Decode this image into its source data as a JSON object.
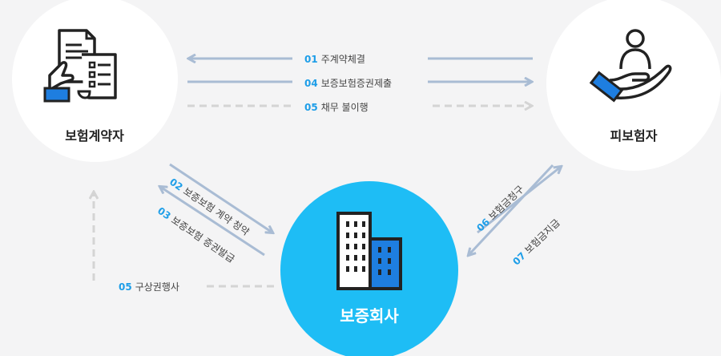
{
  "nodes": {
    "policyholder": "보험계약자",
    "insured": "피보험자",
    "insurer": "보증회사"
  },
  "flows": [
    {
      "num": "01",
      "text": "주계약체결"
    },
    {
      "num": "04",
      "text": "보증보험증권제출"
    },
    {
      "num": "05",
      "text": "채무 불이행"
    },
    {
      "num": "02",
      "text": "보증보험 계약 청약"
    },
    {
      "num": "03",
      "text": "보증보험 증권발급"
    },
    {
      "num": "05",
      "text": "구상권행사"
    },
    {
      "num": "06",
      "text": "보험금청구"
    },
    {
      "num": "07",
      "text": "보험금지급"
    }
  ],
  "colors": {
    "arrow": "#a9bcd4",
    "dashed": "#d4d4d4",
    "center": "#1ebdf5",
    "number": "#1e9ee8"
  },
  "icons": {
    "policyholder": "contract-document-icon",
    "insured": "protected-person-hand-icon",
    "insurer": "office-building-icon"
  }
}
